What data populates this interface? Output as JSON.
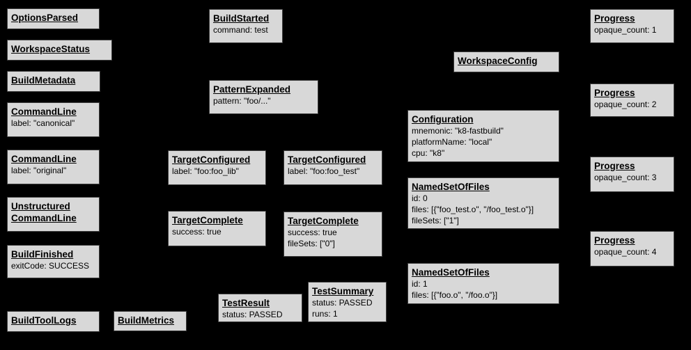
{
  "colors": {
    "background": "#000000",
    "node_fill": "#d8d8d8",
    "node_border": "#3f3f3f",
    "text": "#000000"
  },
  "nodes": {
    "options_parsed": {
      "title": "OptionsParsed"
    },
    "workspace_status": {
      "title": "WorkspaceStatus"
    },
    "build_metadata": {
      "title": "BuildMetadata"
    },
    "command_line_canonical": {
      "title": "CommandLine",
      "body": "label: \"canonical\""
    },
    "command_line_original": {
      "title": "CommandLine",
      "body": "label: \"original\""
    },
    "unstructured_command_line": {
      "title": "Unstructured\nCommandLine"
    },
    "build_finished": {
      "title": "BuildFinished",
      "body": "exitCode: SUCCESS"
    },
    "build_tool_logs": {
      "title": "BuildToolLogs"
    },
    "build_metrics": {
      "title": "BuildMetrics"
    },
    "build_started": {
      "title": "BuildStarted",
      "body": "command: test"
    },
    "pattern_expanded": {
      "title": "PatternExpanded",
      "body": "pattern: \"foo/...\""
    },
    "target_configured_lib": {
      "title": "TargetConfigured",
      "body": "label: \"foo:foo_lib\""
    },
    "target_configured_test": {
      "title": "TargetConfigured",
      "body": "label: \"foo:foo_test\""
    },
    "target_complete_lib": {
      "title": "TargetComplete",
      "body": "success: true"
    },
    "target_complete_test": {
      "title": "TargetComplete",
      "body": "success: true\nfileSets: [\"0\"]"
    },
    "test_result": {
      "title": "TestResult",
      "body": "status: PASSED"
    },
    "test_summary": {
      "title": "TestSummary",
      "body": "status: PASSED\nruns: 1"
    },
    "workspace_config": {
      "title": "WorkspaceConfig"
    },
    "configuration": {
      "title": "Configuration",
      "body": "mnemonic: \"k8-fastbuild\"\nplatformName: \"local\"\ncpu: \"k8\""
    },
    "named_set_of_files_0": {
      "title": "NamedSetOfFiles",
      "body": "id: 0\nfiles: [{\"foo_test.o\", \"/foo_test.o\"}]\nfileSets: [\"1\"]"
    },
    "named_set_of_files_1": {
      "title": "NamedSetOfFiles",
      "body": "id: 1\nfiles: [{\"foo.o\", \"/foo.o\"}]"
    },
    "progress_1": {
      "title": "Progress",
      "body": "opaque_count: 1"
    },
    "progress_2": {
      "title": "Progress",
      "body": "opaque_count: 2"
    },
    "progress_3": {
      "title": "Progress",
      "body": "opaque_count: 3"
    },
    "progress_4": {
      "title": "Progress",
      "body": "opaque_count: 4"
    }
  }
}
